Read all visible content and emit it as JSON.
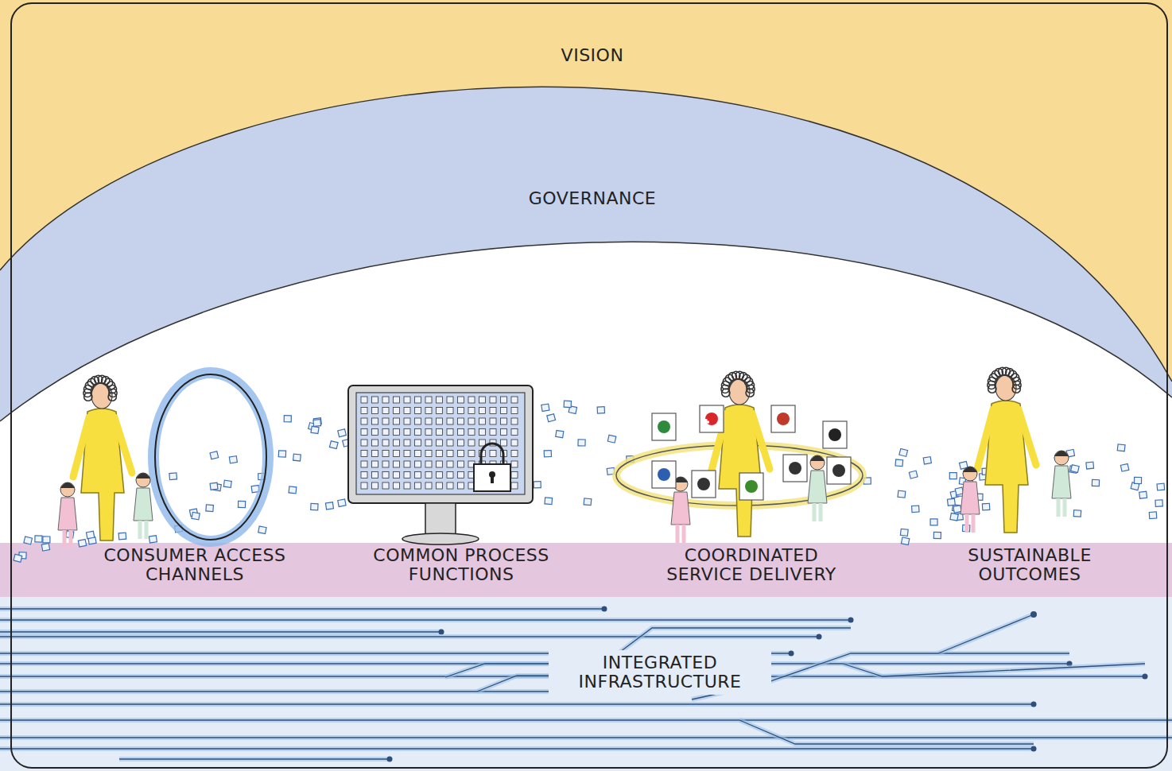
{
  "diagram": {
    "nodes": [
      {
        "text": [
          "VISION"
        ]
      },
      {
        "text": [
          "GOVERNANCE"
        ]
      },
      {
        "text": [
          "CONSUMER ACCESS CHANNELS",
          "COMMON PROCESS FUNCTIONS",
          "COORDINATED SERVICE DELIVERY",
          "SUSTAINABLE OUTCOMES"
        ]
      },
      {
        "text": [
          "INTEGRATED INFRASTRUCTURE"
        ]
      }
    ]
  }
}
